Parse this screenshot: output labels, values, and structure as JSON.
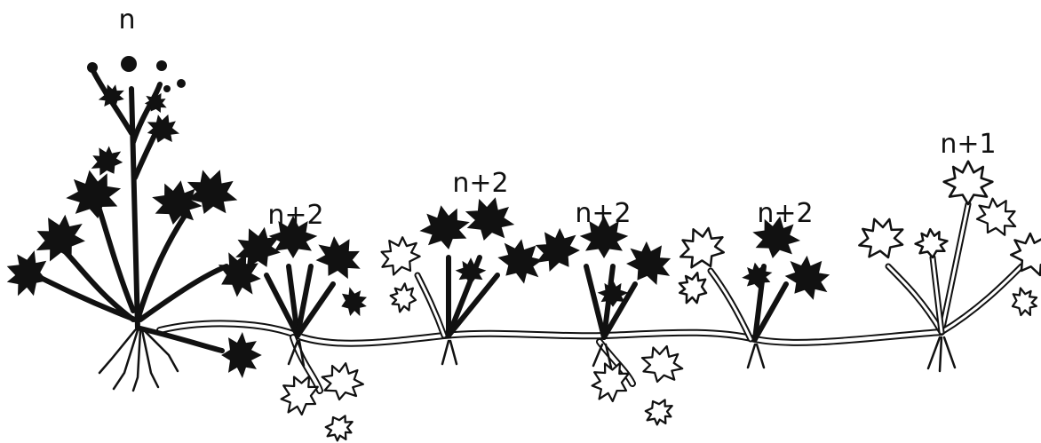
{
  "labels": {
    "mother": "n",
    "first_node": "n+1",
    "daughter_1": "n+2",
    "daughter_2": "n+2",
    "daughter_3": "n+2",
    "daughter_4": "n+2"
  },
  "colors": {
    "ink": "#111111",
    "background": "#ffffff"
  }
}
